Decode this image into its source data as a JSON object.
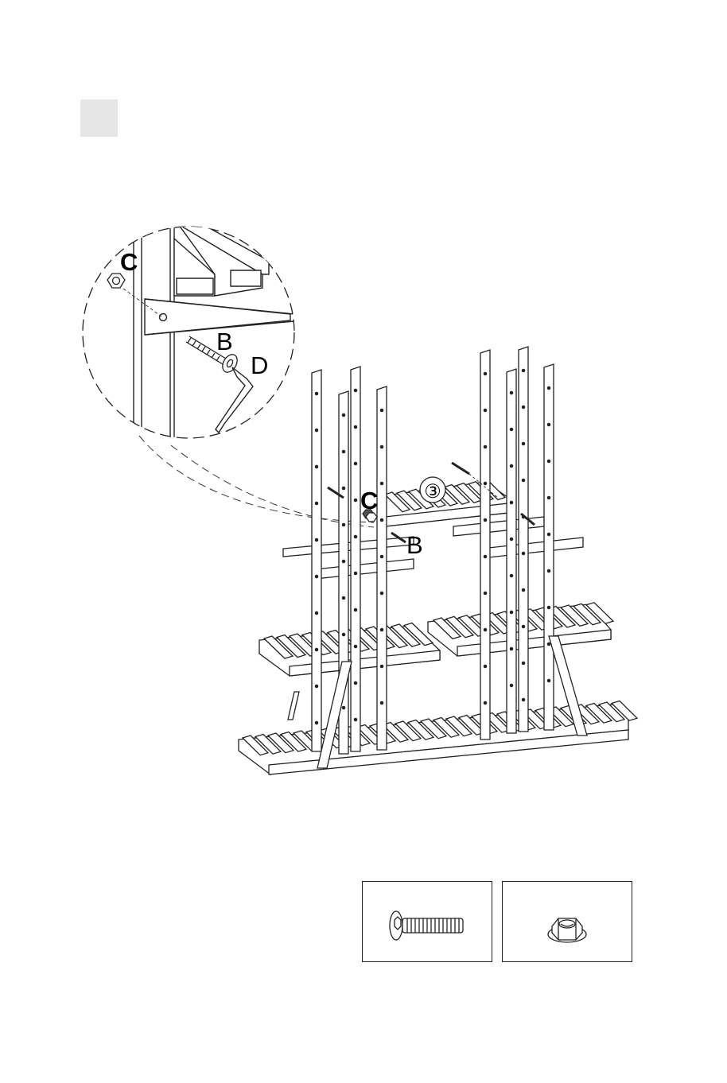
{
  "step_marker": {
    "color": "#e6e6e6"
  },
  "callout": {
    "label_c": "C",
    "label_b": "B",
    "label_d": "D"
  },
  "assembly": {
    "circled_number": "③",
    "label_c": "C",
    "label_b": "B"
  },
  "hardware": [
    {
      "icon": "bolt-icon"
    },
    {
      "icon": "hex-nut-icon"
    }
  ]
}
